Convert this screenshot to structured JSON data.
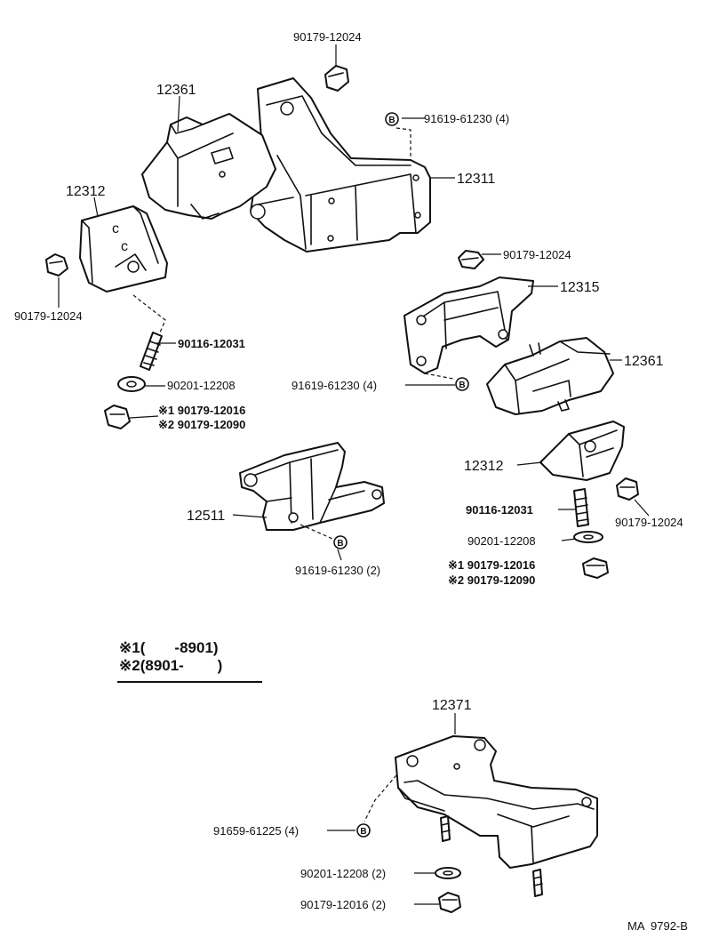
{
  "callouts": {
    "p90179_12024_a": "90179-12024",
    "p12361_a": "12361",
    "p91619_61230_4_a": "91619-61230 (4)",
    "p12312_a": "12312",
    "p12311": "12311",
    "p90179_12024_b": "90179-12024",
    "p90179_12024_c": "90179-12024",
    "p12315": "12315",
    "p90116_12031_a": "90116-12031",
    "p12361_b": "12361",
    "p90201_12208_a": "90201-12208",
    "p91619_61230_4_b": "91619-61230 (4)",
    "p_m1_90179_12016_a": "※1 90179-12016",
    "p_m2_90179_12090_a": "※2 90179-12090",
    "p12312_b": "12312",
    "p12511": "12511",
    "p90116_12031_b": "90116-12031",
    "p90179_12024_d": "90179-12024",
    "p90201_12208_b": "90201-12208",
    "p91619_61230_2": "91619-61230 (2)",
    "p_m1_90179_12016_b": "※1 90179-12016",
    "p_m2_90179_12090_b": "※2 90179-12090",
    "p12371": "12371",
    "p91659_61225_4": "91659-61225 (4)",
    "p90201_12208_2": "90201-12208 (2)",
    "p90179_12016_2": "90179-12016 (2)"
  },
  "legend": {
    "line1": "※1(       -8901)",
    "line2": "※2(8901-        )"
  },
  "bolt_marker": "B",
  "drawing_code": "MA  9792-B"
}
